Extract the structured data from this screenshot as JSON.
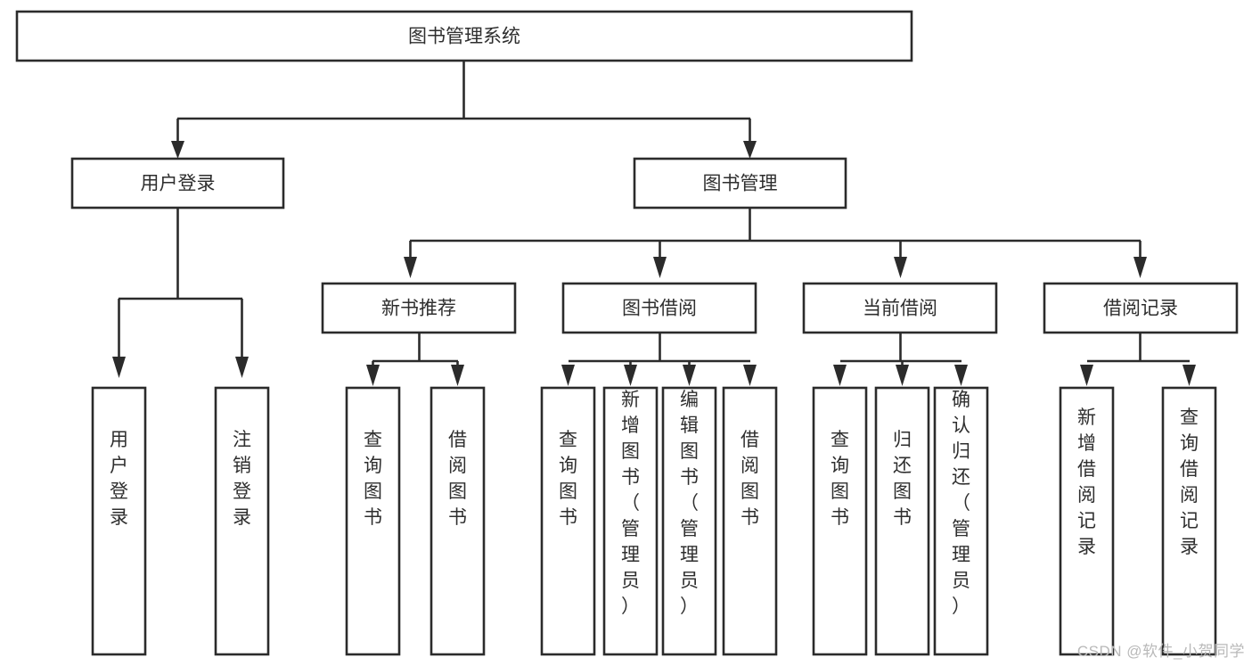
{
  "diagram": {
    "type": "hierarchy-tree",
    "title": "图书管理系统",
    "watermark": "CSDN @软件_小贺同学",
    "colors": {
      "background": "#ffffff",
      "box_stroke": "#2b2b2b",
      "box_fill": "#ffffff",
      "text": "#2e2e2e",
      "watermark_text": "#b9b9b9"
    },
    "nodes": {
      "root": {
        "label": "图书管理系统",
        "orientation": "horizontal"
      },
      "level1": [
        {
          "label": "用户登录",
          "orientation": "horizontal"
        },
        {
          "label": "图书管理",
          "orientation": "horizontal"
        }
      ],
      "level2": [
        {
          "label": "新书推荐",
          "orientation": "horizontal"
        },
        {
          "label": "图书借阅",
          "orientation": "horizontal"
        },
        {
          "label": "当前借阅",
          "orientation": "horizontal"
        },
        {
          "label": "借阅记录",
          "orientation": "horizontal"
        }
      ],
      "leaves_user_login": [
        {
          "label": "用户登录",
          "orientation": "vertical"
        },
        {
          "label": "注销登录",
          "orientation": "vertical"
        }
      ],
      "leaves_new_book": [
        {
          "label": "查询图书",
          "orientation": "vertical"
        },
        {
          "label": "借阅图书",
          "orientation": "vertical"
        }
      ],
      "leaves_borrow": [
        {
          "label": "查询图书",
          "orientation": "vertical"
        },
        {
          "label": "新增图书（管理员）",
          "orientation": "vertical"
        },
        {
          "label": "编辑图书（管理员）",
          "orientation": "vertical"
        },
        {
          "label": "借阅图书",
          "orientation": "vertical"
        }
      ],
      "leaves_current": [
        {
          "label": "查询图书",
          "orientation": "vertical"
        },
        {
          "label": "归还图书",
          "orientation": "vertical"
        },
        {
          "label": "确认归还（管理员）",
          "orientation": "vertical"
        }
      ],
      "leaves_records": [
        {
          "label": "新增借阅记录",
          "orientation": "vertical"
        },
        {
          "label": "查询借阅记录",
          "orientation": "vertical"
        }
      ]
    }
  }
}
